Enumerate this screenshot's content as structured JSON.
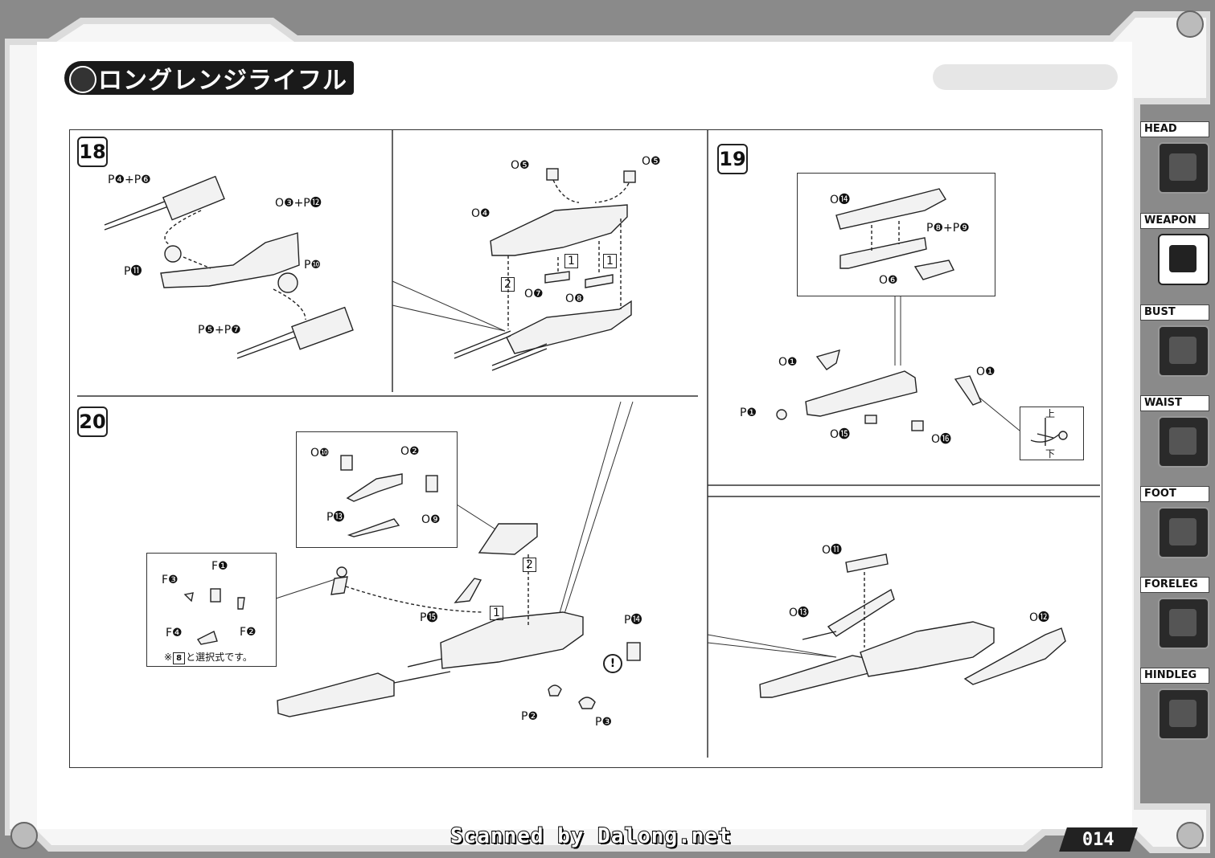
{
  "header": {
    "title": "ロングレンジライフル"
  },
  "steps": [
    {
      "number": "18"
    },
    {
      "number": "19"
    },
    {
      "number": "20"
    }
  ],
  "labels": {
    "s18_p4p6": "P❹+P❻",
    "s18_o3p12": "O❸+P⓬",
    "s18_p11": "P⓫",
    "s18_p10": "P❿",
    "s18_p5p7": "P❺+P❼",
    "s18_o5a": "O❺",
    "s18_o5b": "O❺",
    "s18_o4": "O❹",
    "s18_o7": "O❼",
    "s18_o8": "O❽",
    "s18_step1a": "1",
    "s18_step1b": "1",
    "s18_step2": "2",
    "s19_o14": "O⓮",
    "s19_p8p9": "P❽+P❾",
    "s19_o6": "O❻",
    "s19_o1a": "O❶",
    "s19_o1b": "O❶",
    "s19_p1": "P❶",
    "s19_o15": "O⓯",
    "s19_o16": "O⓰",
    "s19_up": "上",
    "s19_down": "下",
    "s20_o10": "O❿",
    "s20_o2": "O❷",
    "s20_p13": "P⓭",
    "s20_o9": "O❾",
    "s20_f1": "F❶",
    "s20_f3": "F❸",
    "s20_f4": "F❹",
    "s20_f2": "F❷",
    "s20_p15": "P⓯",
    "s20_p14": "P⓮",
    "s20_p2": "P❷",
    "s20_p3": "P❸",
    "s20_step1": "1",
    "s20_step2": "2",
    "s20_note_prefix": "※",
    "s20_note_mark": "8",
    "s20_note_suffix": "と選択式です。",
    "s21_o11": "O⓫",
    "s21_o13": "O⓭",
    "s21_o12": "O⓬"
  },
  "sidebar": {
    "tabs": [
      {
        "label": "HEAD",
        "icon": "head-icon"
      },
      {
        "label": "WEAPON",
        "icon": "weapon-icon",
        "active": true
      },
      {
        "label": "BUST",
        "icon": "bust-icon"
      },
      {
        "label": "WAIST",
        "icon": "waist-icon"
      },
      {
        "label": "FOOT",
        "icon": "foot-icon"
      },
      {
        "label": "FORELEG",
        "icon": "foreleg-icon"
      },
      {
        "label": "HINDLEG",
        "icon": "hindleg-icon"
      }
    ]
  },
  "footer": {
    "scan_credit": "Scanned by Dalong.net",
    "page_number": "014"
  }
}
